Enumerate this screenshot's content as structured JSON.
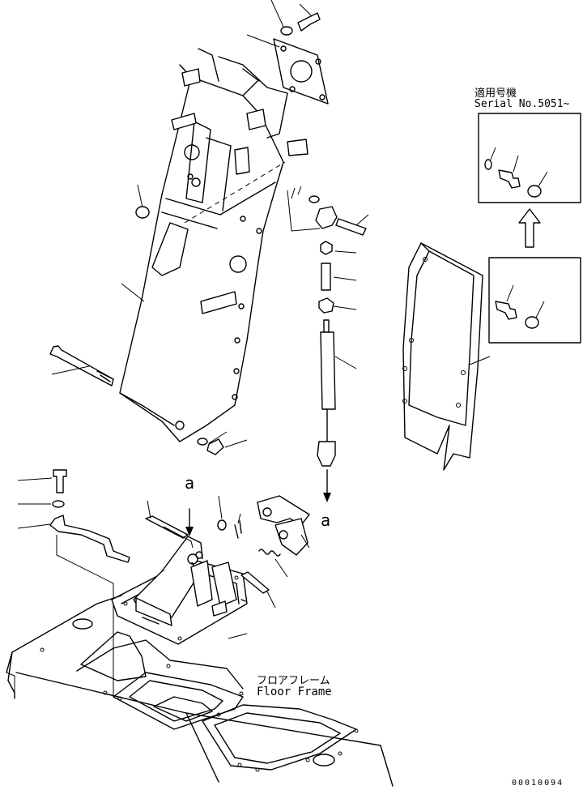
{
  "labels": {
    "serial_jp": "適用号機",
    "serial_en": "Serial No.5051~",
    "floor_jp": "フロアフレーム",
    "floor_en": "Floor Frame",
    "ref_a_top": "a",
    "ref_a_right": "a",
    "doc_number": "00010094"
  }
}
